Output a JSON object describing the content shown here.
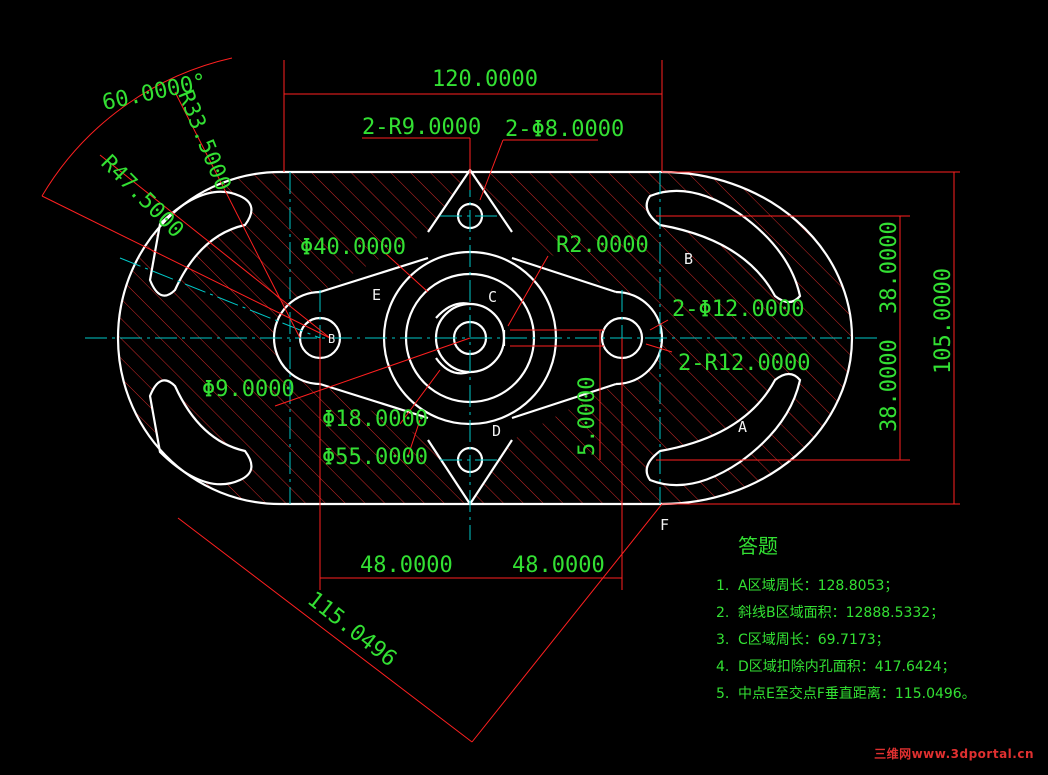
{
  "dimensions": {
    "overall_width": "120.0000",
    "arc_angle": "60.0000°",
    "r_inner_slot": "R33.5000",
    "r_outer_slot": "R47.5000",
    "lug_radius": "2-R9.0000",
    "lug_hole": "2-Φ8.0000",
    "boss_dia": "Φ40.0000",
    "fillet": "R2.0000",
    "side_hole": "2-Φ12.0000",
    "side_radius": "2-R12.0000",
    "small_hole": "Φ9.0000",
    "hub_dia": "Φ18.0000",
    "flange_dia": "Φ55.0000",
    "offset": "5.0000",
    "upper_gap": "38.0000",
    "lower_gap": "38.0000",
    "overall_height": "105.0000",
    "left_span": "48.0000",
    "right_span": "48.0000",
    "diagonal": "115.0496"
  },
  "labels": {
    "a": "A",
    "b": "B",
    "c": "C",
    "d": "D",
    "e": "E",
    "f": "F",
    "b_small": "B"
  },
  "answers": {
    "title": "答题",
    "items": [
      {
        "num": "1.",
        "text": "A区域周长：128.8053；"
      },
      {
        "num": "2.",
        "text": "斜线B区域面积：12888.5332；"
      },
      {
        "num": "3.",
        "text": "C区域周长：69.7173；"
      },
      {
        "num": "4.",
        "text": "D区域扣除内孔面积：417.6424；"
      },
      {
        "num": "5.",
        "text": "中点E至交点F垂直距离：115.0496。"
      }
    ]
  },
  "watermark": "三维网www.3dportal.cn",
  "colors": {
    "background": "#000000",
    "outline": "#ffffff",
    "dimension_text": "#33e033",
    "dimension_line": "#ff2020",
    "hatch": "#cc2a2a",
    "center_line": "#00c8c8"
  }
}
